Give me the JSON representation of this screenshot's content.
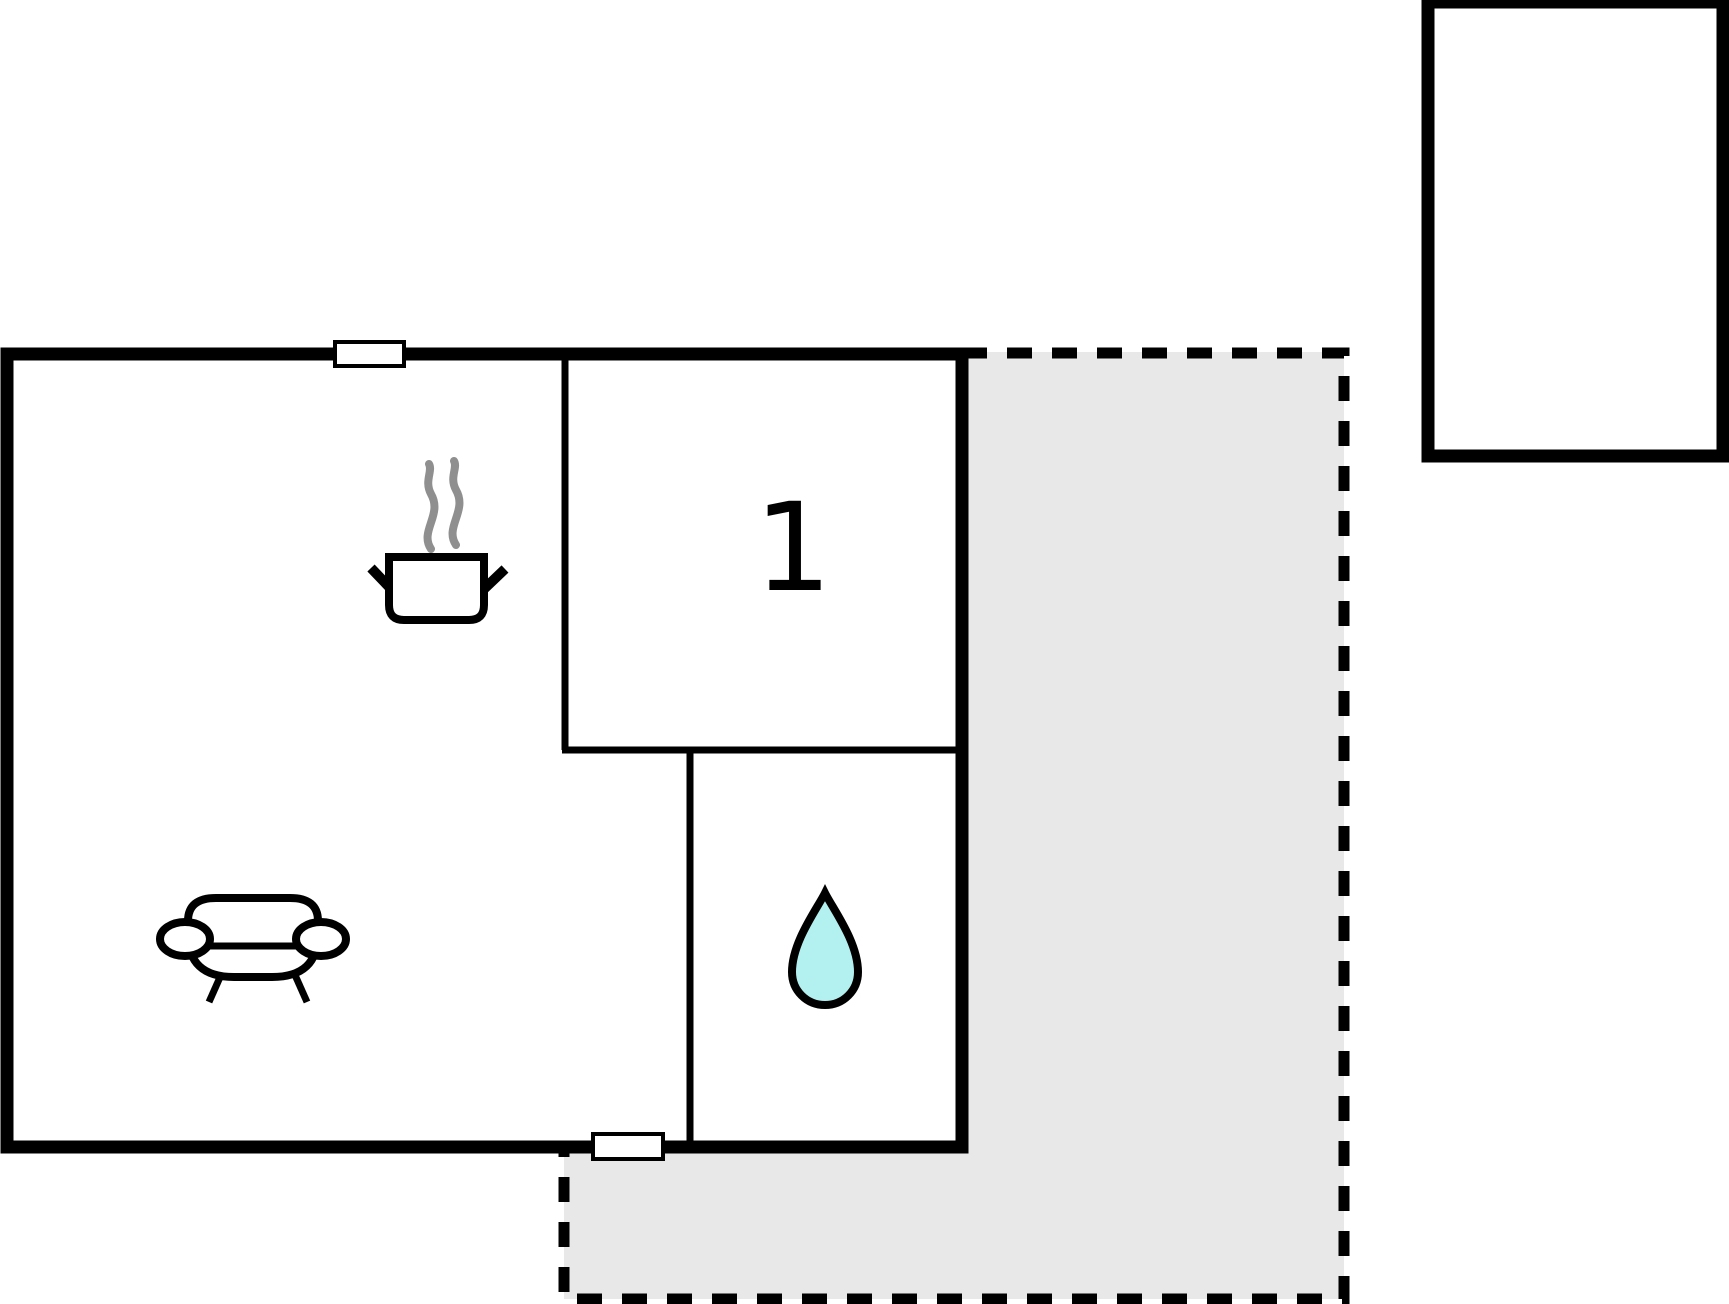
{
  "plan": {
    "type": "floor-plan",
    "rooms": {
      "bedroom": {
        "label": "1"
      },
      "bathroom": {
        "icon": "water-drop-icon"
      },
      "living_kitchen": {
        "icons": [
          "cooking-pot-icon",
          "steam-icon",
          "sofa-icon"
        ]
      },
      "terrace": {
        "border_style": "dashed"
      },
      "outbuilding": {}
    },
    "markers": {
      "top_wall_opening": "door-window-marker",
      "bottom_wall_opening": "door-window-marker"
    },
    "colors": {
      "wall": "#000000",
      "room_fill": "#ffffff",
      "terrace_fill": "#e8e8e8",
      "drop_fill": "#b2f1f0",
      "steam_gray": "#8f8f8f"
    }
  }
}
